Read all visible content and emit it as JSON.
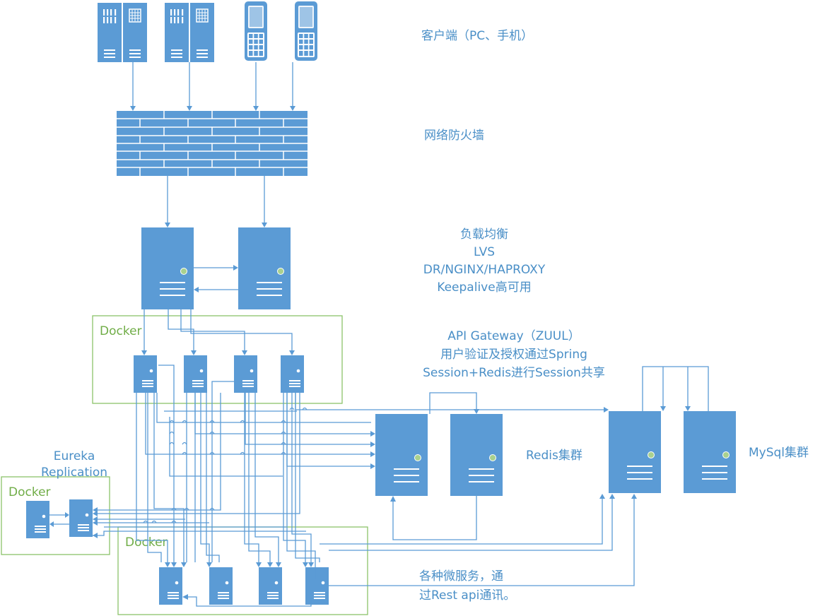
{
  "colors": {
    "device": "#5b9bd5",
    "line": "#5b9bd5",
    "docker_frame": "#8cc46a",
    "docker_text": "#70ad47",
    "label_text": "#4a8fc7",
    "led": "#a9d18e"
  },
  "labels": {
    "clients": "客户端（PC、手机）",
    "firewall": "网络防火墙",
    "lb_line1": "负载均衡",
    "lb_line2": "LVS",
    "lb_line3": "DR/NGINX/HAPROXY",
    "lb_line4": "Keepalive高可用",
    "gw_line1": "API Gateway（ZUUL）",
    "gw_line2": "用户验证及授权通过Spring",
    "gw_line3": "Session+Redis进行Session共享",
    "redis": "Redis集群",
    "mysql": "MySql集群",
    "eureka_line1": "Eureka",
    "eureka_line2": "Replication",
    "ms_line1": "各种微服务，通",
    "ms_line2": "过Rest api通讯。"
  },
  "docker_groups": [
    {
      "label": "Docker",
      "role": "gateway"
    },
    {
      "label": "Docker",
      "role": "eureka"
    },
    {
      "label": "Docker",
      "role": "microservices"
    }
  ],
  "icons": [
    "desktop-tower-icon",
    "mobile-phone-icon",
    "firewall-brick-icon",
    "server-icon"
  ]
}
